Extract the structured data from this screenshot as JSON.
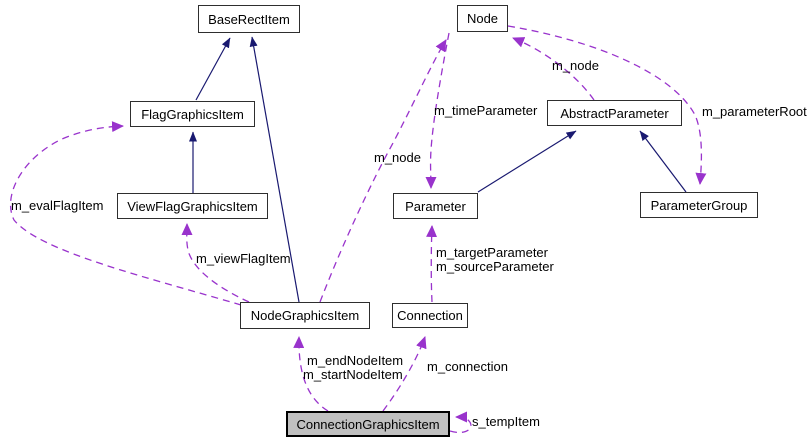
{
  "diagram": {
    "kind": "doxygen-collaboration-graph",
    "current_class": "ConnectionGraphicsItem",
    "colors": {
      "background": "#ffffff",
      "inheritance_edge": "#191970",
      "usage_edge": "#9933cc",
      "box_border": "#2e2e2e",
      "current_box_fill": "#c0c0c0",
      "text": "#000000"
    }
  },
  "classes": {
    "base_rect_item": "BaseRectItem",
    "node": "Node",
    "flag_graphics_item": "FlagGraphicsItem",
    "abstract_parameter": "AbstractParameter",
    "view_flag_graphics_item": "ViewFlagGraphicsItem",
    "parameter": "Parameter",
    "parameter_group": "ParameterGroup",
    "node_graphics_item": "NodeGraphicsItem",
    "connection": "Connection",
    "connection_graphics_item": "ConnectionGraphicsItem"
  },
  "labels": {
    "eval_flag_item": "m_evalFlagItem",
    "view_flag_item": "m_viewFlagItem",
    "ngi_node": "m_node",
    "time_parameter": "m_timeParameter",
    "abstract_parameter_node": "m_node",
    "parameter_root": "m_parameterRoot",
    "target_parameter": "m_targetParameter",
    "source_parameter": "m_sourceParameter",
    "end_node_item": "m_endNodeItem",
    "start_node_item": "m_startNodeItem",
    "connection": "m_connection",
    "temp_item": "s_tempItem"
  },
  "relations": [
    {
      "from": "FlagGraphicsItem",
      "to": "BaseRectItem",
      "type": "inheritance"
    },
    {
      "from": "NodeGraphicsItem",
      "to": "BaseRectItem",
      "type": "inheritance"
    },
    {
      "from": "ViewFlagGraphicsItem",
      "to": "FlagGraphicsItem",
      "type": "inheritance"
    },
    {
      "from": "Parameter",
      "to": "AbstractParameter",
      "type": "inheritance"
    },
    {
      "from": "ParameterGroup",
      "to": "AbstractParameter",
      "type": "inheritance"
    },
    {
      "from": "NodeGraphicsItem",
      "to": "FlagGraphicsItem",
      "type": "usage",
      "label": "m_evalFlagItem"
    },
    {
      "from": "NodeGraphicsItem",
      "to": "ViewFlagGraphicsItem",
      "type": "usage",
      "label": "m_viewFlagItem"
    },
    {
      "from": "NodeGraphicsItem",
      "to": "Node",
      "type": "usage",
      "label": "m_node"
    },
    {
      "from": "Node",
      "to": "Parameter",
      "type": "usage",
      "label": "m_timeParameter"
    },
    {
      "from": "AbstractParameter",
      "to": "Node",
      "type": "usage",
      "label": "m_node"
    },
    {
      "from": "Node",
      "to": "ParameterGroup",
      "type": "usage",
      "label": "m_parameterRoot"
    },
    {
      "from": "Connection",
      "to": "Parameter",
      "type": "usage",
      "label": "m_targetParameter\nm_sourceParameter"
    },
    {
      "from": "ConnectionGraphicsItem",
      "to": "NodeGraphicsItem",
      "type": "usage",
      "label": "m_endNodeItem\nm_startNodeItem"
    },
    {
      "from": "ConnectionGraphicsItem",
      "to": "Connection",
      "type": "usage",
      "label": "m_connection"
    },
    {
      "from": "ConnectionGraphicsItem",
      "to": "ConnectionGraphicsItem",
      "type": "usage",
      "label": "s_tempItem"
    }
  ]
}
